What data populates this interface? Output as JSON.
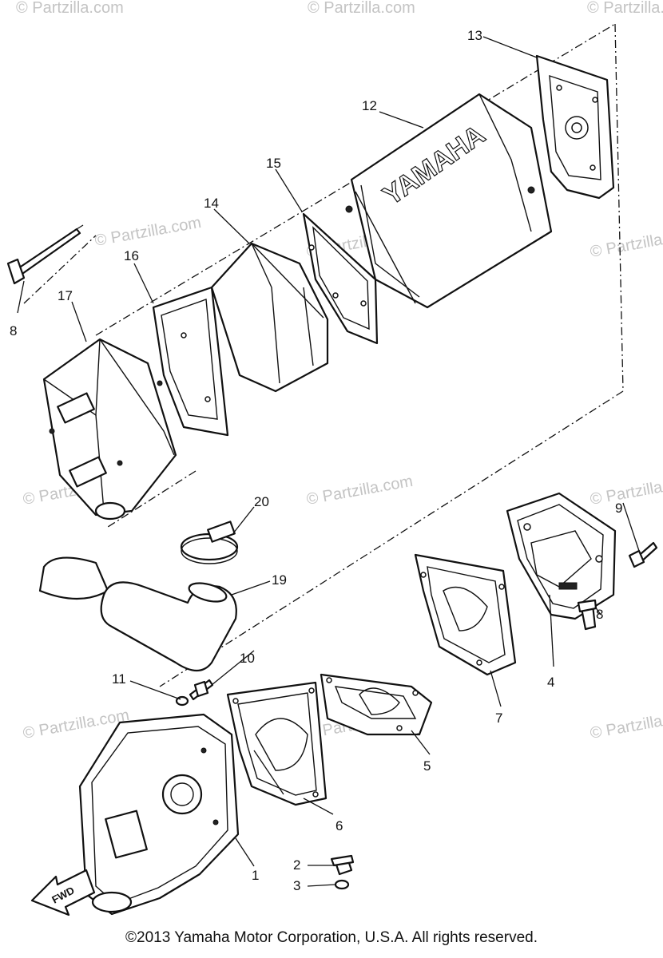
{
  "copyright": "©2013 Yamaha Motor Corporation, U.S.A. All rights reserved.",
  "watermark": "© Partzilla.com",
  "brand_on_part": "YAMAHA",
  "fwd_label": "FWD",
  "callouts": [
    "1",
    "2",
    "3",
    "4",
    "5",
    "6",
    "7",
    "8",
    "8",
    "9",
    "10",
    "11",
    "12",
    "13",
    "14",
    "15",
    "16",
    "17",
    "19",
    "20"
  ]
}
